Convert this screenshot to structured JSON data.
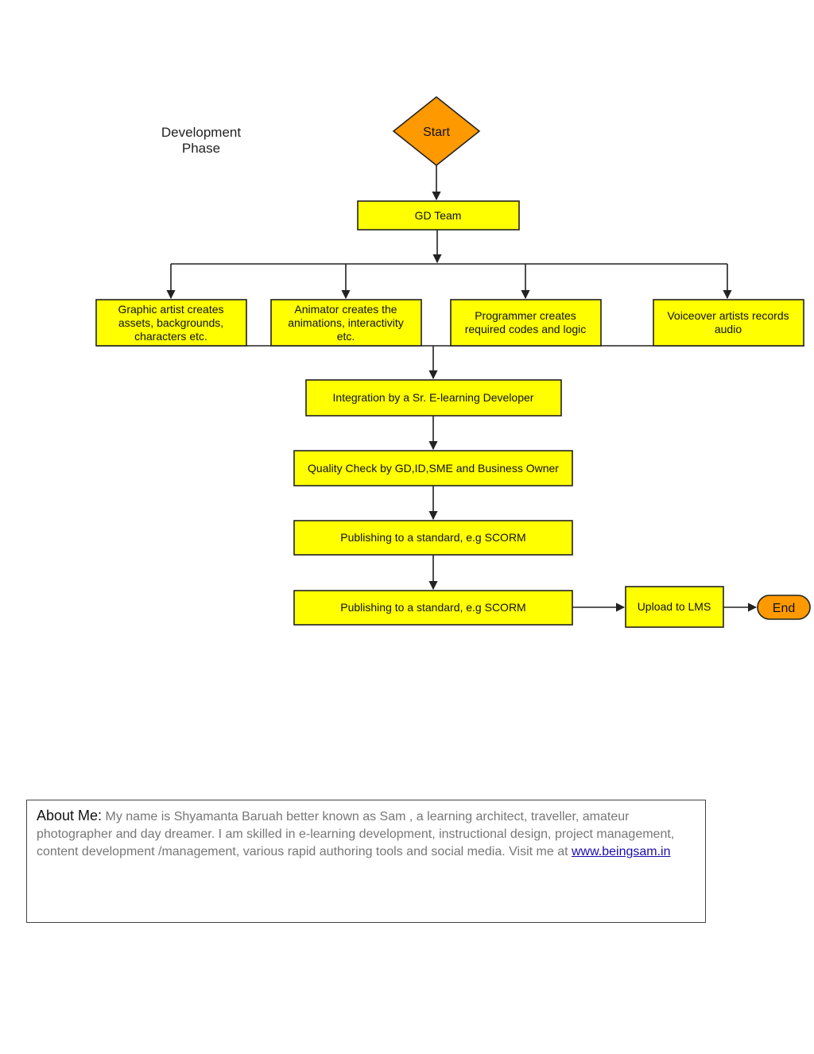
{
  "diagram": {
    "phase_label": [
      "Development",
      "Phase"
    ],
    "start": "Start",
    "gd_team": "GD Team",
    "graphic_artist": [
      "Graphic artist creates",
      "assets, backgrounds,",
      "characters etc."
    ],
    "animator": [
      "Animator creates the",
      "animations, interactivity",
      "etc."
    ],
    "programmer": [
      "Programmer creates",
      "required codes and logic"
    ],
    "voiceover": [
      "Voiceover artists records",
      "audio"
    ],
    "integration": "Integration by a Sr. E-learning Developer",
    "quality_check": "Quality Check by GD,ID,SME and Business Owner",
    "publishing_1": "Publishing to a standard, e.g SCORM",
    "publishing_2": "Publishing to a standard, e.g SCORM",
    "upload": "Upload to LMS",
    "end": "End",
    "colors": {
      "process_fill": "#ffff00",
      "terminal_fill": "#ff9900",
      "stroke": "#222222"
    }
  },
  "about": {
    "heading": "About Me:",
    "body": " My name is Shyamanta Baruah better known as Sam , a learning architect, traveller, amateur photographer and day dreamer. I am skilled in e-learning development, instructional design, project management, content development /management, various rapid authoring tools and social media. Visit me at ",
    "link_text": "www.beingsam.in"
  }
}
